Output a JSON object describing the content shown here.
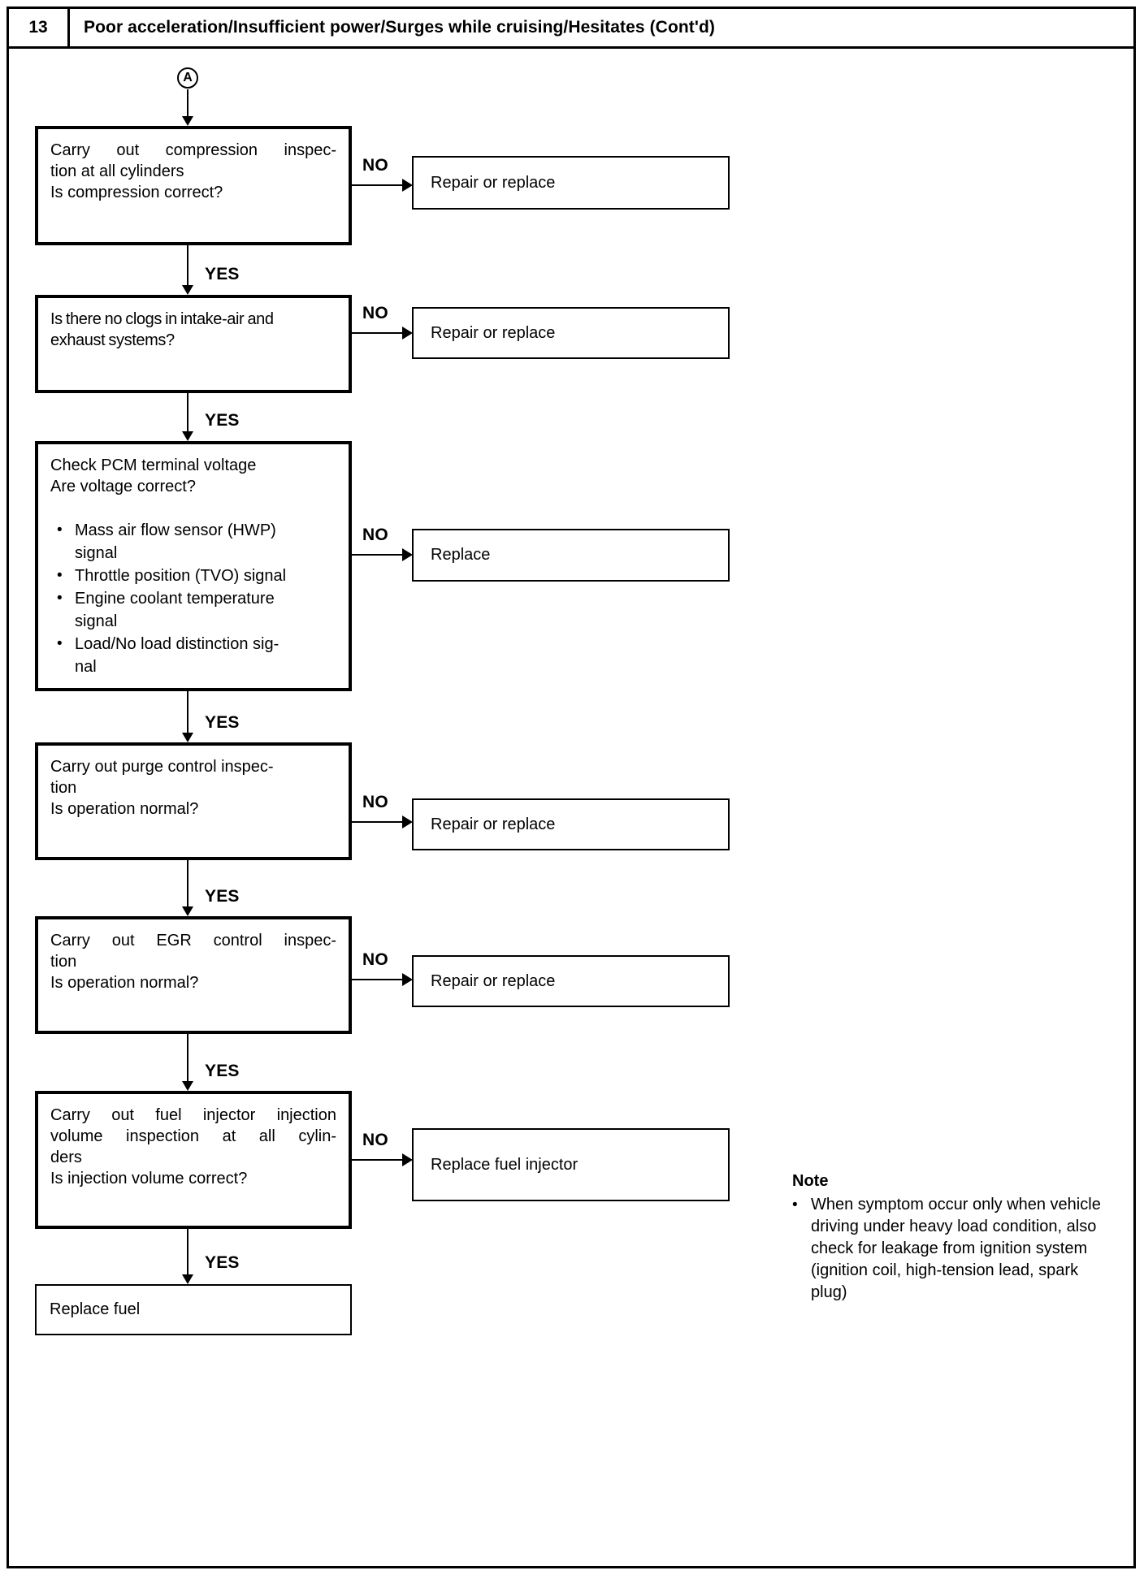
{
  "header": {
    "section_number": "13",
    "title": "Poor acceleration/Insufficient power/Surges while cruising/Hesitates (Cont'd)"
  },
  "flowchart": {
    "entry_connector": "A",
    "yes_label": "YES",
    "no_label": "NO",
    "bullet_glyph": "•",
    "steps": [
      {
        "question_lines": [
          "Carry out compression inspec-",
          "tion at all cylinders",
          "Is compression correct?"
        ],
        "no_action": "Repair or replace"
      },
      {
        "question_lines": [
          "Is there no clogs in intake-air and",
          "exhaust systems?"
        ],
        "no_action": "Repair or replace"
      },
      {
        "question_lines": [
          "Check PCM terminal voltage",
          "Are voltage correct?"
        ],
        "bullets": [
          [
            "Mass air flow sensor (HWP)",
            "signal"
          ],
          [
            "Throttle position (TVO) signal"
          ],
          [
            "Engine coolant temperature",
            "signal"
          ],
          [
            "Load/No load distinction sig-",
            "nal"
          ]
        ],
        "no_action": "Replace"
      },
      {
        "question_lines": [
          "Carry out purge control inspec-",
          "tion",
          "Is operation normal?"
        ],
        "no_action": "Repair or replace"
      },
      {
        "question_lines": [
          "Carry out EGR control inspec-",
          "tion",
          "Is operation normal?"
        ],
        "no_action": "Repair or replace"
      },
      {
        "question_lines": [
          "Carry out fuel injector injection",
          "volume inspection at all cylin-",
          "ders",
          "Is injection volume correct?"
        ],
        "no_action": "Replace fuel injector"
      }
    ],
    "final_action": "Replace fuel"
  },
  "note": {
    "title": "Note",
    "items": [
      "When symptom occur only when vehicle driving under heavy load condition, also check for leakage from ignition system (ignition coil, high-tension lead, spark plug)"
    ]
  }
}
